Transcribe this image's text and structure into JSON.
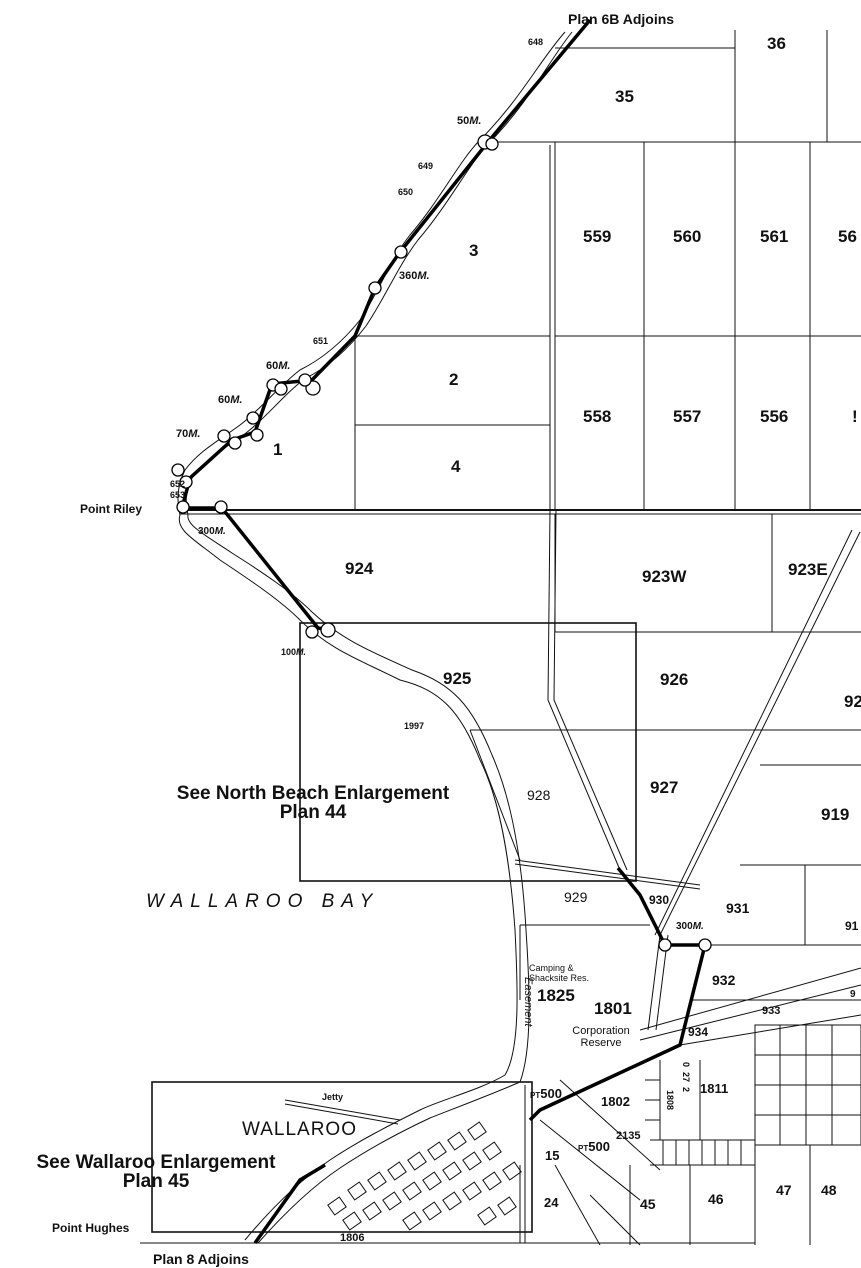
{
  "adjoins": {
    "top": "Plan 6B Adjoins",
    "bottom": "Plan 8 Adjoins"
  },
  "places": {
    "point_riley": "Point Riley",
    "point_hughes": "Point Hughes",
    "wallaroo": "WALLAROO",
    "wallaroo_bay": "WALLAROO BAY",
    "jetty": "Jetty"
  },
  "notes": {
    "north_beach_line1": "See North Beach Enlargement",
    "north_beach_line2": "Plan 44",
    "wallaroo_line1": "See Wallaroo Enlargement",
    "wallaroo_line2": "Plan 45"
  },
  "sections": {
    "s36": "36",
    "s35": "35",
    "s3": "3",
    "s559": "559",
    "s560": "560",
    "s561": "561",
    "s56x": "56",
    "s2": "2",
    "s4": "4",
    "s1": "1",
    "s558": "558",
    "s557": "557",
    "s556": "556",
    "s5x": "!",
    "s924": "924",
    "s923w": "923W",
    "s923e": "923E",
    "s925": "925",
    "s926": "926",
    "s92x": "92",
    "s927": "927",
    "s928": "928",
    "s919": "919",
    "s929": "929",
    "s930": "930",
    "s931": "931",
    "s91x": "91",
    "s932": "932",
    "s9x": "9",
    "s933": "933",
    "s934": "934",
    "s1825": "1825",
    "s1801": "1801",
    "s1811": "1811",
    "s1802": "1802",
    "s2135": "2135",
    "s1808": "1808",
    "s15": "15",
    "s24": "24",
    "s45": "45",
    "s46": "46",
    "s47": "47",
    "s48": "48",
    "s1806": "1806",
    "spt500a": "500",
    "spt500b": "500",
    "pt": "PT",
    "s0": "0",
    "s27": "27",
    "s2n": "2"
  },
  "reserves": {
    "camping_line1": "Camping &",
    "camping_line2": "Shacksite Res.",
    "corp_line1": "Corporation",
    "corp_line2": "Reserve",
    "easement": "Easement"
  },
  "shore_labels": {
    "l648": "648",
    "l649": "649",
    "l650": "650",
    "l651": "651",
    "l652": "652",
    "l653": "653",
    "l1997": "1997"
  },
  "widths": {
    "w50": "50",
    "w360": "360",
    "w60a": "60",
    "w60b": "60",
    "w70": "70",
    "w300a": "300",
    "w100": "100",
    "w300b": "300",
    "unit": "M."
  }
}
